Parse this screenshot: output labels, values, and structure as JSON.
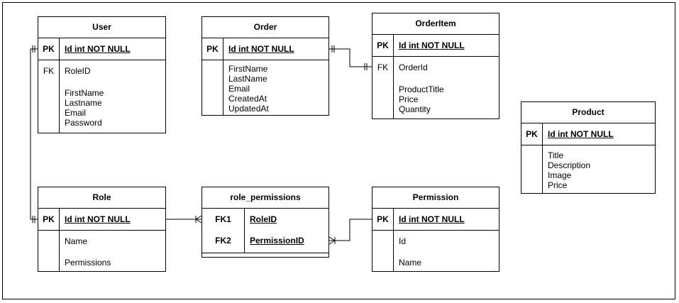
{
  "diagram": {
    "tables": {
      "user": {
        "name": "User",
        "pk_label": "PK",
        "pk_field": "Id int NOT NULL",
        "fk_label": "FK",
        "fk_field": "RoleID",
        "fields": [
          "FirstName",
          "Lastname",
          "Email",
          "Password"
        ]
      },
      "order": {
        "name": "Order",
        "pk_label": "PK",
        "pk_field": "Id int NOT NULL",
        "fields": [
          "FirstName",
          "LastName",
          "Email",
          "CreatedAt",
          "UpdatedAt"
        ]
      },
      "order_item": {
        "name": "OrderItem",
        "pk_label": "PK",
        "pk_field": "Id int NOT NULL",
        "fk_label": "FK",
        "fk_field": "OrderId",
        "fields": [
          "ProductTitle",
          "Price",
          "Quantity"
        ]
      },
      "product": {
        "name": "Product",
        "pk_label": "PK",
        "pk_field": "Id int NOT NULL",
        "fields": [
          "Title",
          "Description",
          "Image",
          "Price"
        ]
      },
      "role": {
        "name": "Role",
        "pk_label": "PK",
        "pk_field": "Id int NOT NULL",
        "fields": [
          "Name",
          "Permissions"
        ]
      },
      "role_permissions": {
        "name": "role_permissions",
        "fk1_label": "FK1",
        "fk1_field": "RoleID",
        "fk2_label": "FK2",
        "fk2_field": "PermissionID"
      },
      "permission": {
        "name": "Permission",
        "pk_label": "PK",
        "pk_field": "Id int NOT NULL",
        "fields": [
          "Id",
          "Name"
        ]
      }
    }
  }
}
